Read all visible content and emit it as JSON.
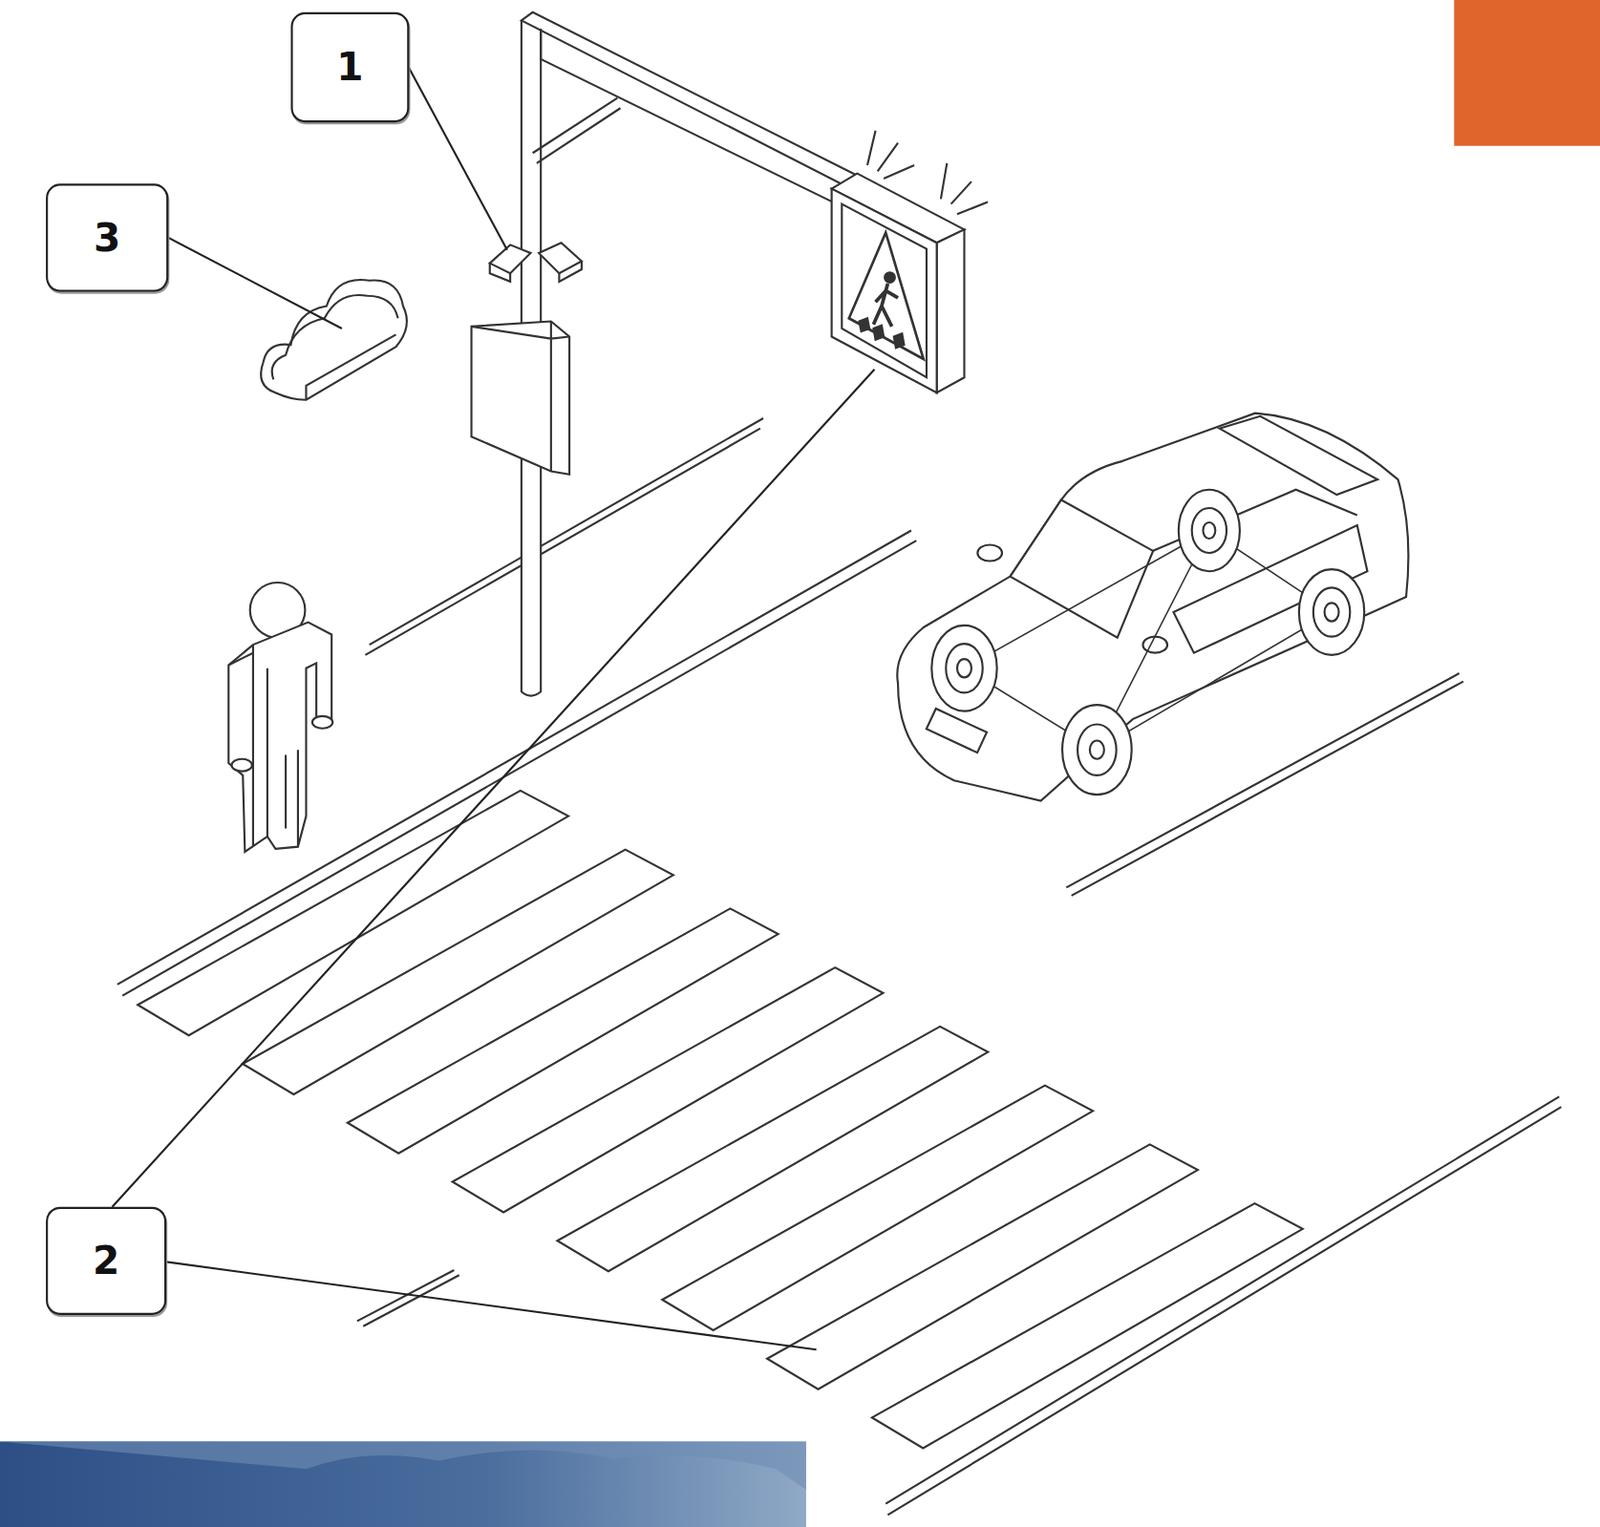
{
  "diagram": {
    "nodes": [
      {
        "text": [
          "1"
        ]
      },
      {
        "text": [
          "3"
        ]
      },
      {
        "text": [
          "2"
        ]
      }
    ]
  }
}
